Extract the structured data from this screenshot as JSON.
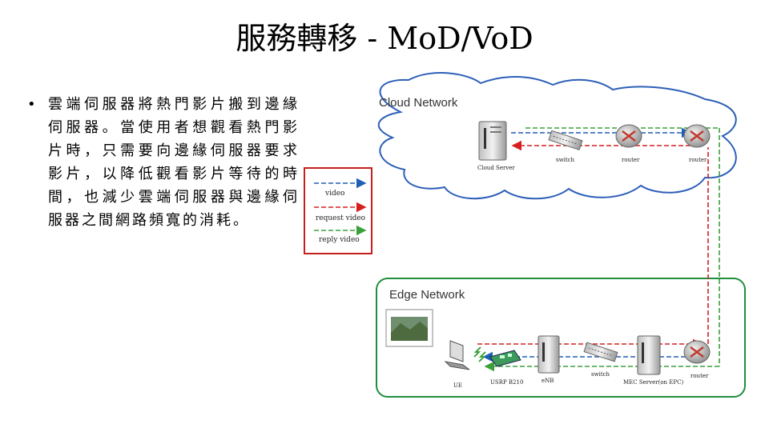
{
  "slide": {
    "title": "服務轉移 - MoD/VoD",
    "bullet": "雲端伺服器將熱門影片搬到邊緣伺服器。當使用者想觀看熱門影片時，只需要向邊緣伺服器要求影片，以降低觀看影片等待的時間，也減少雲端伺服器與邊緣伺服器之間網路頻寬的消耗。"
  },
  "diagram": {
    "cloud_label": "Cloud Network",
    "edge_label": "Edge Network",
    "nodes": {
      "cloud_server": "Cloud Server",
      "cloud_switch": "switch",
      "cloud_router_1": "router",
      "cloud_router_2": "router",
      "ue": "UE",
      "usrp": "USRP B210",
      "enb": "eNB",
      "edge_switch": "switch",
      "mec_server": "MEC Server(on EPC)",
      "edge_router": "router"
    },
    "legend": {
      "video": "video",
      "request_video": "request video",
      "reply_video": "reply video"
    },
    "colors": {
      "video": "#1f5fb4",
      "request_video": "#d62020",
      "reply_video": "#3aa03a",
      "edge_border": "#1e8f3c",
      "legend_border": "#c81e1e"
    }
  }
}
